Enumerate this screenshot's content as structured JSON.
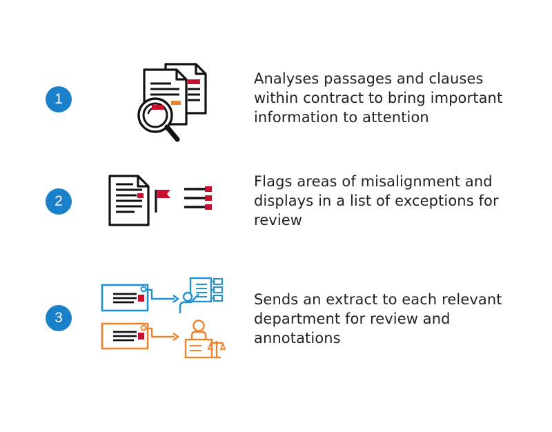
{
  "steps": [
    {
      "number": "1",
      "lines": [
        "Analyses passages and clauses",
        "within contract to bring important",
        "information to attention"
      ],
      "icon": "documents-magnifier-icon"
    },
    {
      "number": "2",
      "lines": [
        "Flags areas of misalignment and",
        "displays in a list of exceptions for",
        "review"
      ],
      "icon": "document-flag-list-icon"
    },
    {
      "number": "3",
      "lines": [
        "Sends an extract to each relevant",
        "department for review and",
        "annotations"
      ],
      "icon": "extract-to-departments-icon"
    }
  ],
  "colors": {
    "badge": "#1a80c9",
    "accent_red": "#c8102e",
    "accent_orange": "#f0822d",
    "accent_blue": "#1f8fd6",
    "outline": "#111111"
  }
}
